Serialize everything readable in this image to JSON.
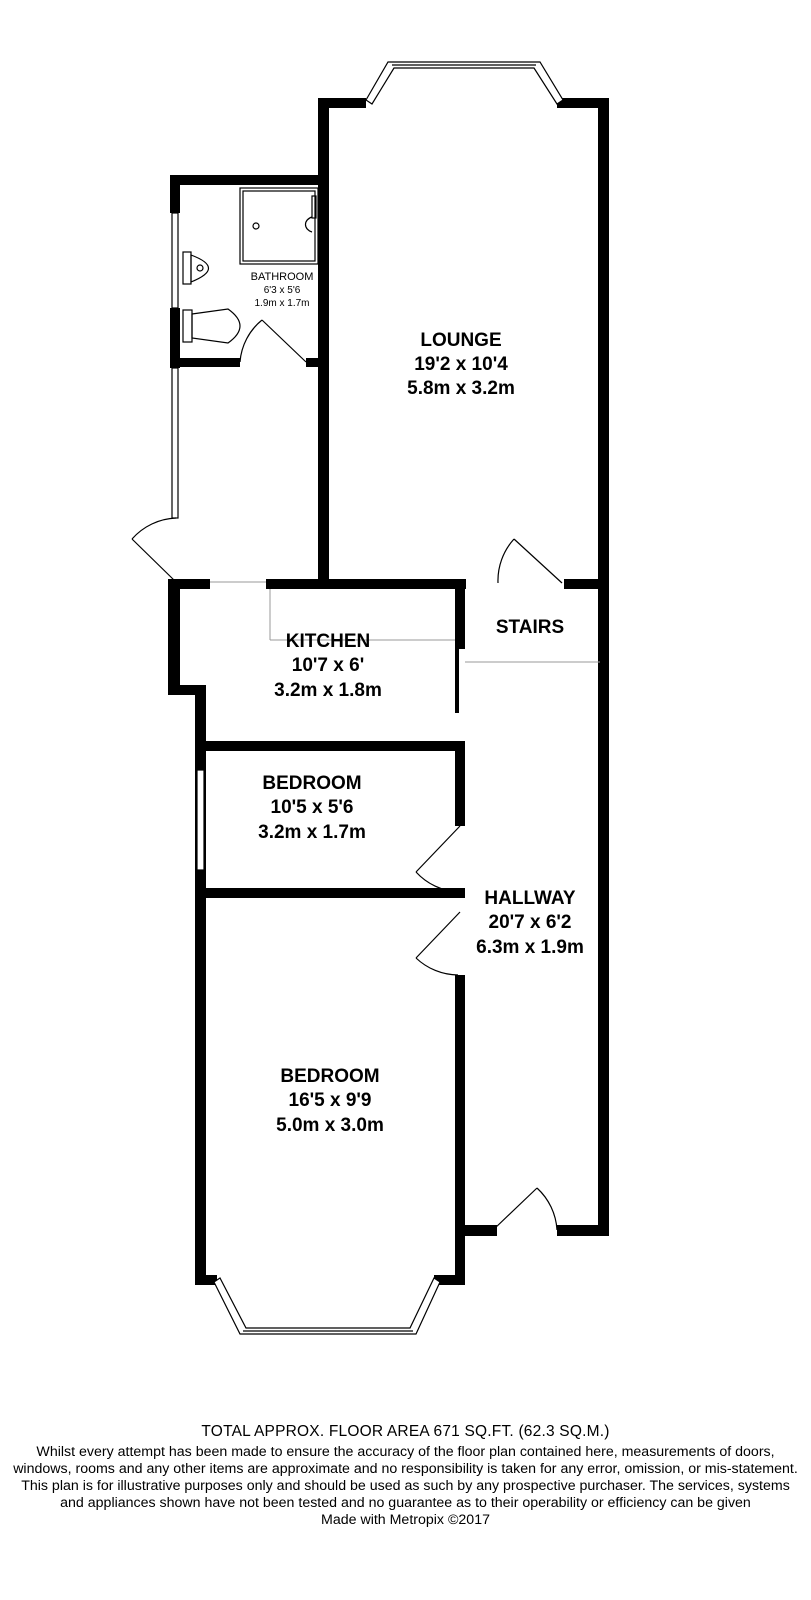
{
  "rooms": {
    "lounge": {
      "name": "LOUNGE",
      "imperial": "19'2 x 10'4",
      "metric": "5.8m x 3.2m"
    },
    "bathroom": {
      "name": "BATHROOM",
      "imperial": "6'3 x 5'6",
      "metric": "1.9m x 1.7m"
    },
    "kitchen": {
      "name": "KITCHEN",
      "imperial": "10'7 x 6'",
      "metric": "3.2m x 1.8m"
    },
    "stairs": {
      "name": "STAIRS"
    },
    "bedroom_small": {
      "name": "BEDROOM",
      "imperial": "10'5 x 5'6",
      "metric": "3.2m x 1.7m"
    },
    "hallway": {
      "name": "HALLWAY",
      "imperial": "20'7 x 6'2",
      "metric": "6.3m x 1.9m"
    },
    "bedroom_large": {
      "name": "BEDROOM",
      "imperial": "16'5 x 9'9",
      "metric": "5.0m x 3.0m"
    }
  },
  "footer": {
    "total_area": "TOTAL APPROX. FLOOR AREA 671 SQ.FT. (62.3 SQ.M.)",
    "disclaimer": "Whilst every attempt has been made to ensure the accuracy of the floor plan contained here, measurements of doors, windows, rooms and any other items are approximate and no responsibility is taken for any error, omission, or mis-statement. This plan is for illustrative purposes only and should be used as such by any prospective purchaser. The services, systems and appliances shown have not been tested and no guarantee as to their operability or efficiency can be given",
    "credit": "Made with Metropix ©2017"
  }
}
